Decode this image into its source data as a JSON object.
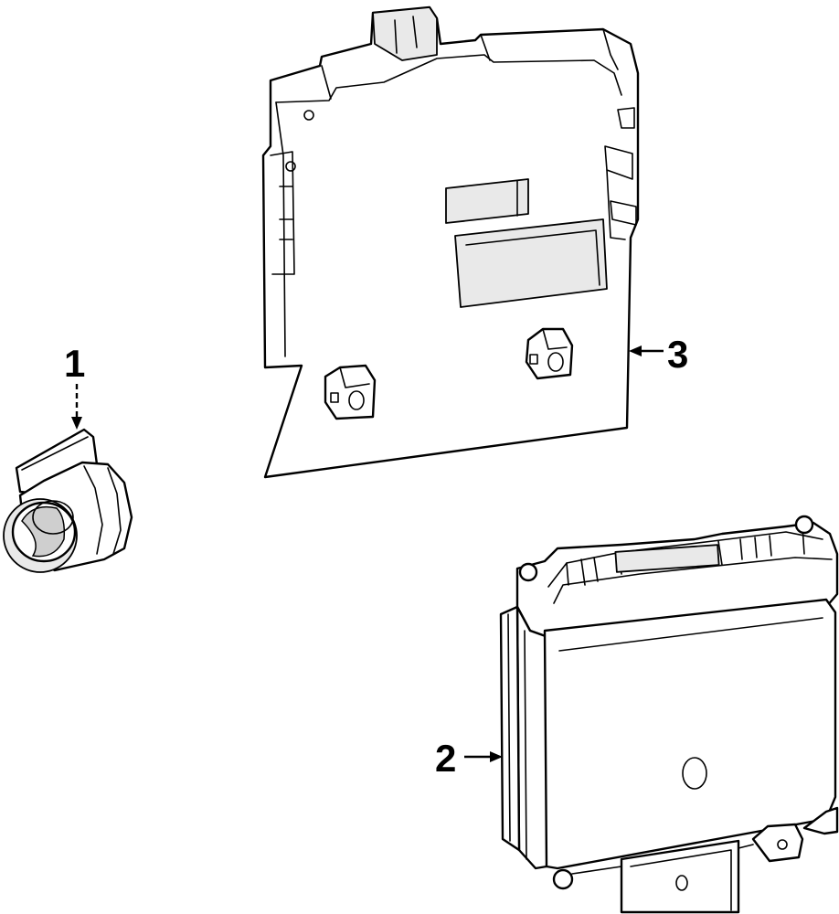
{
  "callouts": [
    {
      "id": "1",
      "label": "1"
    },
    {
      "id": "2",
      "label": "2"
    },
    {
      "id": "3",
      "label": "3"
    }
  ],
  "colors": {
    "line": "#000000",
    "background": "#ffffff",
    "fill_light": "#e9e9e9"
  }
}
